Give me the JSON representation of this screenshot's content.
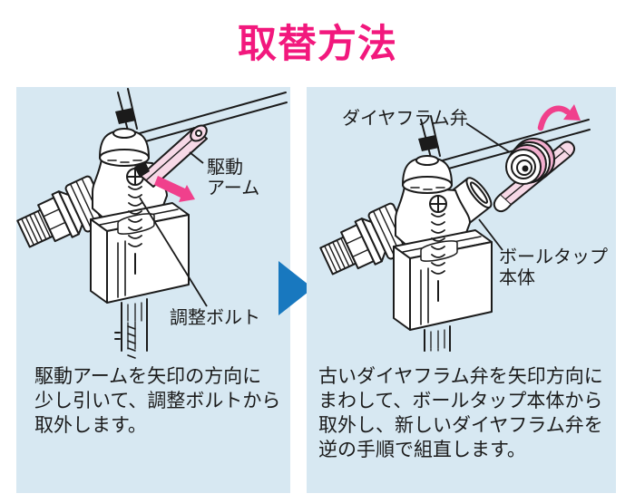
{
  "title": "取替方法",
  "colors": {
    "accent_pink": "#F2187D",
    "arrow_pink": "#F0408C",
    "highlight_pink": "#F7D9E7",
    "disc_pink": "#F2AECE",
    "panel_background": "#D7E8F2",
    "step_arrow_blue": "#1878BF",
    "line_color": "#1B1B1B"
  },
  "icons": {
    "step_arrow": "right-pointing-triangle",
    "pull_direction_arrow": "southeast-arrow",
    "rotate_direction_arrow": "curved-clockwise-arrow"
  },
  "left_panel": {
    "labels": {
      "drive_arm_line1": "駆動",
      "drive_arm_line2": "アーム",
      "adjust_bolt": "調整ボルト"
    },
    "caption": {
      "line1": "駆動アームを矢印の方向に",
      "line2": "少し引いて、調整ボルトから",
      "line3": "取外します。"
    }
  },
  "right_panel": {
    "labels": {
      "diaphragm_valve": "ダイヤフラム弁",
      "body_line1": "ボールタップ",
      "body_line2": "本体"
    },
    "caption": {
      "line1": "古いダイヤフラム弁を矢印方向に",
      "line2": "まわして、ボールタップ本体から",
      "line3": "取外し、新しいダイヤフラム弁を",
      "line4": "逆の手順で組直します。"
    }
  }
}
